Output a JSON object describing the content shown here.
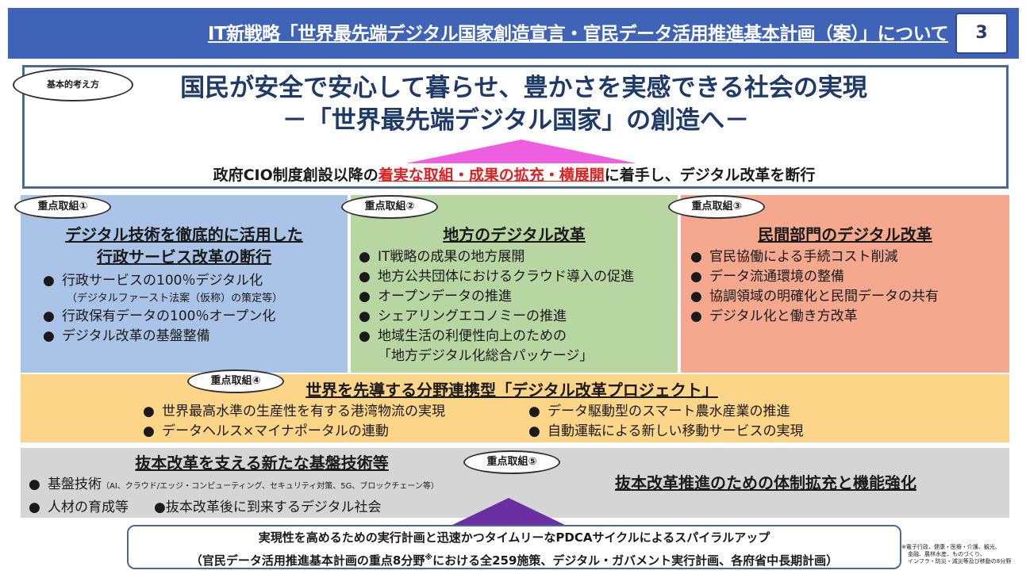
{
  "header": {
    "title": "IT新戦略「世界最先端デジタル国家創造宣言・官民データ活用推進基本計画（案）」について",
    "page_number": "3",
    "accent_color": "#3f63b7"
  },
  "concept": {
    "badge": "基本的考え方",
    "main": "国民が安全で安心して暮らせ、豊かさを実感できる社会の実現",
    "sub": "－「世界最先端デジタル国家」の創造へ－",
    "line_before": "政府CIO制度創設以降の",
    "line_highlight": "着実な取組・成果の拡充・横展開",
    "line_after": "に着手し、デジタル改革を断行",
    "highlight_color": "#e02020"
  },
  "pillars": [
    {
      "badge": "重点取組①",
      "title_line1": "デジタル技術を徹底的に活用した",
      "title_line2": "行政サービス改革の断行",
      "items": [
        "行政サービスの100％デジタル化",
        "行政保有データの100％オープン化",
        "デジタル改革の基盤整備"
      ],
      "note": "（デジタルファースト法案（仮称）の策定等）",
      "color": "#a9c4e6"
    },
    {
      "badge": "重点取組②",
      "title": "地方のデジタル改革",
      "items": [
        "IT戦略の成果の地方展開",
        "地方公共団体におけるクラウド導入の促進",
        "オープンデータの推進",
        "シェアリングエコノミーの推進",
        "地域生活の利便性向上のための"
      ],
      "item_cont": "「地方デジタル化総合パッケージ」",
      "color": "#b8d6a2"
    },
    {
      "badge": "重点取組③",
      "title": "民間部門のデジタル改革",
      "items": [
        "官民協働による手続コスト削減",
        "データ流通環境の整備",
        "協調領域の明確化と民間データの共有",
        "デジタル化と働き方改革"
      ],
      "color": "#f4a88e"
    }
  ],
  "project": {
    "badge": "重点取組④",
    "title": "世界を先導する分野連携型「デジタル改革プロジェクト」",
    "items": [
      "世界最高水準の生産性を有する港湾物流の実現",
      "データ駆動型のスマート農水産業の推進",
      "データヘルス×マイナポータルの連動",
      "自動運転による新しい移動サービスの実現"
    ],
    "color": "#fcd589"
  },
  "basis": {
    "title": "抜本改革を支える新たな基盤技術等",
    "badge": "重点取組⑤",
    "item1": "基盤技術",
    "item1_note": "（AI、クラウド/エッジ・コンピューティング、セキュリティ対策、5G、ブロックチェーン等）",
    "item2": "人材の育成等",
    "item3": "●抜本改革後に到来するデジタル社会",
    "right_title": "抜本改革推進のための体制拡充と機能強化",
    "color": "#d5d5d5"
  },
  "pdca": {
    "line1": "実現性を高めるための実行計画と迅速かつタイムリーなPDCAサイクルによるスパイラルアップ",
    "line2_before": "（官民データ活用推進基本計画の重点8分野",
    "line2_mark": "※",
    "line2_after": "における全259施策、デジタル・ガバメント実行計画、各府省中長期計画）"
  },
  "footnote": {
    "line1": "※電子行政、健康・医療・介護、観光、",
    "line2": "金融、農林水産、ものづくり、",
    "line3": "インフラ・防災・減災等及び移動の8分野"
  },
  "bullet": "●",
  "arrow_colors": {
    "top": "#ee5fe0",
    "bottom": "#6a2fa0"
  }
}
